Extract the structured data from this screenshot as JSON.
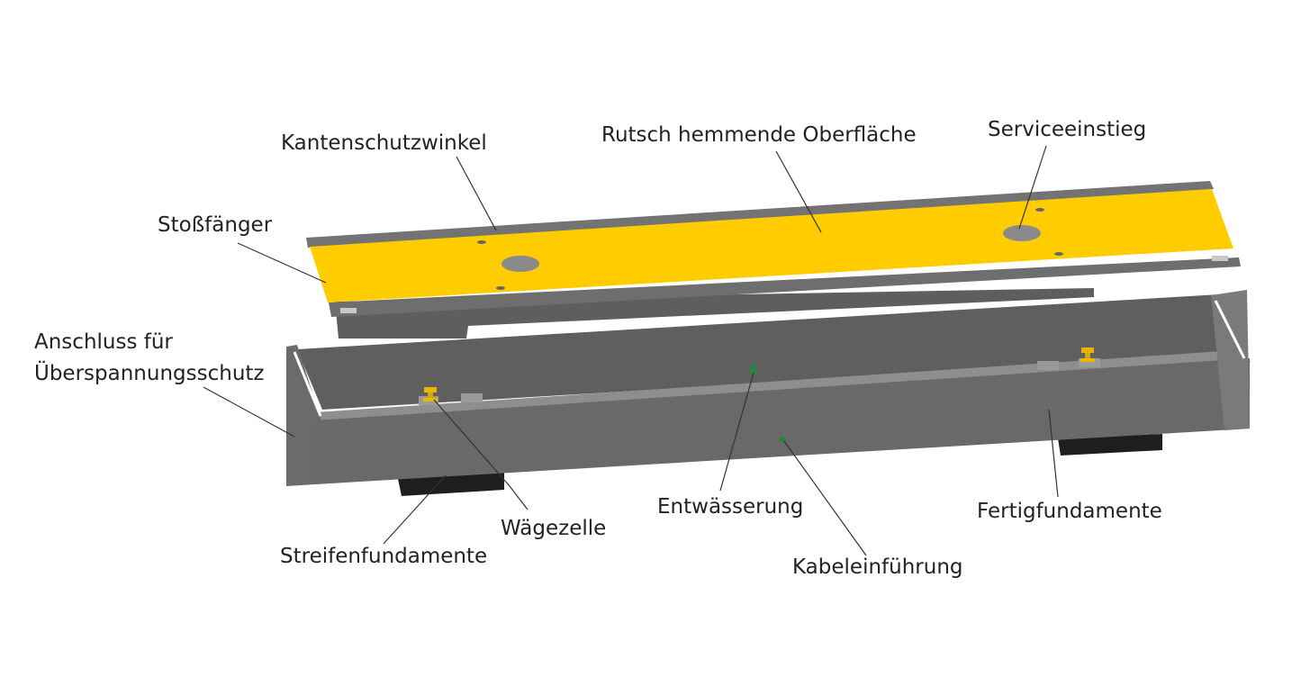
{
  "labels": {
    "kantenschutzwinkel": "Kantenschutzwinkel",
    "rutsch_hemmende_oberflaeche": "Rutsch hemmende Oberfläche",
    "serviceeinstieg": "Serviceeinstieg",
    "stossfaenger": "Stoßfänger",
    "anschluss_line1": "Anschluss für",
    "anschluss_line2": "Überspannungsschutz",
    "entwaesserung": "Entwässerung",
    "fertigfundamente": "Fertigfundamente",
    "waegezelle": "Wägezelle",
    "streifenfundamente": "Streifenfundamente",
    "kabeleinfuehrung": "Kabeleinführung"
  },
  "colors": {
    "platform_surface": "#FFCC00",
    "concrete_front": "#6a6a6a",
    "concrete_top": "#8c8c8c",
    "concrete_inner": "#5c5c5c",
    "foundation": "#1e1e1e",
    "load_cell": "#E8B800",
    "leader_line": "#333333",
    "text": "#222222"
  }
}
